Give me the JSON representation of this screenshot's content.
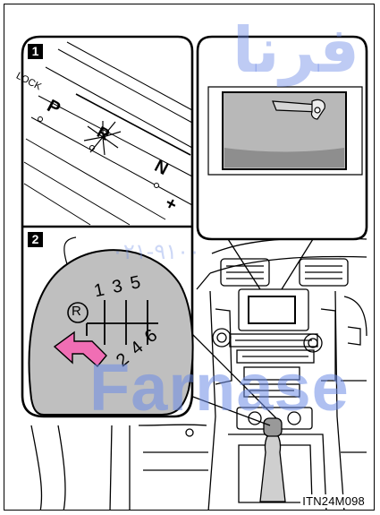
{
  "panels": {
    "panel1": {
      "number": "1"
    },
    "panel2": {
      "number": "2"
    }
  },
  "gear_indicator": {
    "label_p": "P",
    "label_r": "R",
    "label_n": "N",
    "label_plus": "+",
    "label_lock": "LOCK"
  },
  "shift_knob": {
    "top_row": "1 3 5",
    "bottom_row": "2 4 6",
    "reverse": "R"
  },
  "figure_code": "ITN24M098",
  "watermark": {
    "latin": "Farnase",
    "persian": "فرنا",
    "phone": "۰۲۱-۹۱۰۰"
  },
  "colors": {
    "knob_gray": "#bfbfbf",
    "arrow_pink": "#f06eb4",
    "watermark_blue": "#6e8ce6"
  }
}
